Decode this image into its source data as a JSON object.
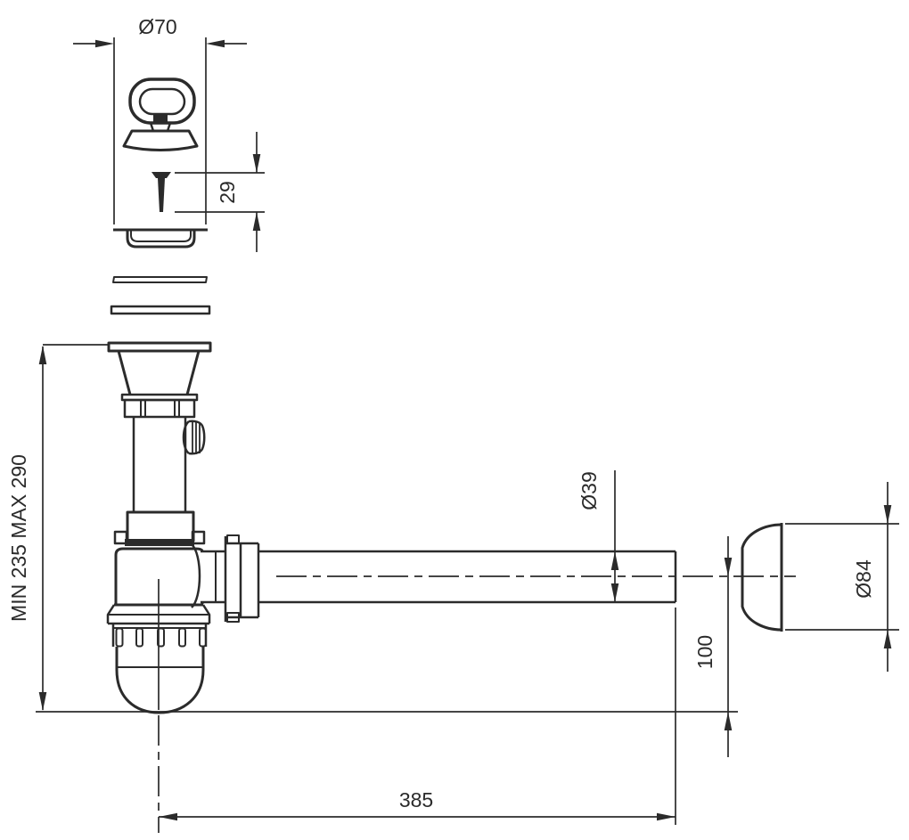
{
  "dimensions": {
    "plug_diameter": "Ø70",
    "screw_length": "29",
    "installed_height": "MIN 235 MAX 290",
    "pipe_diameter": "Ø39",
    "rosette_diameter": "Ø84",
    "outlet_drop": "100",
    "pipe_length": "385"
  },
  "colors": {
    "line": "#2b2b2b",
    "background": "#ffffff"
  }
}
